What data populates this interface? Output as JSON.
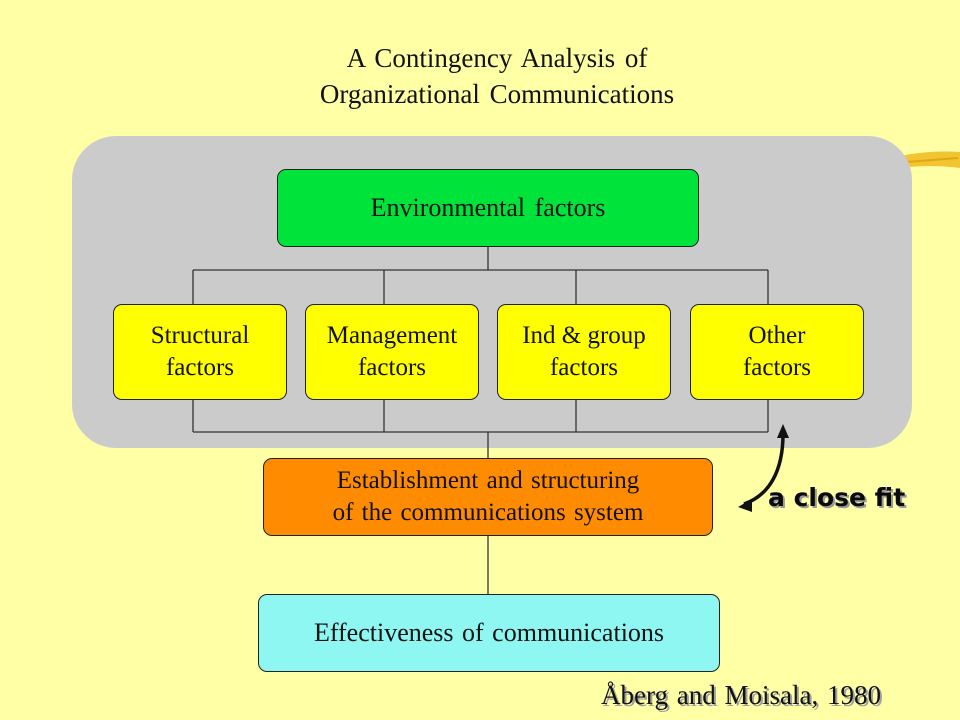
{
  "title": {
    "line1": "A Contingency Analysis of",
    "line2": "Organizational Communications"
  },
  "environmental": "Environmental factors",
  "factors": [
    {
      "line1": "Structural",
      "line2": "factors"
    },
    {
      "line1": "Management",
      "line2": "factors"
    },
    {
      "line1": "Ind & group",
      "line2": "factors"
    },
    {
      "line1": "Other",
      "line2": "factors"
    }
  ],
  "establishment": {
    "line1": "Establishment and structuring",
    "line2": "of the communications system"
  },
  "effectiveness": "Effectiveness of communications",
  "annotation": "a close fit",
  "credit": "Åberg and Moisala, 1980",
  "colors": {
    "background": "#ffffa6",
    "panel": "#cbcbcb",
    "environmental": "#00e33a",
    "factor": "#ffff00",
    "establishment": "#ff8c00",
    "effectiveness": "#8ff7f2",
    "swoosh": "#f2c431"
  }
}
